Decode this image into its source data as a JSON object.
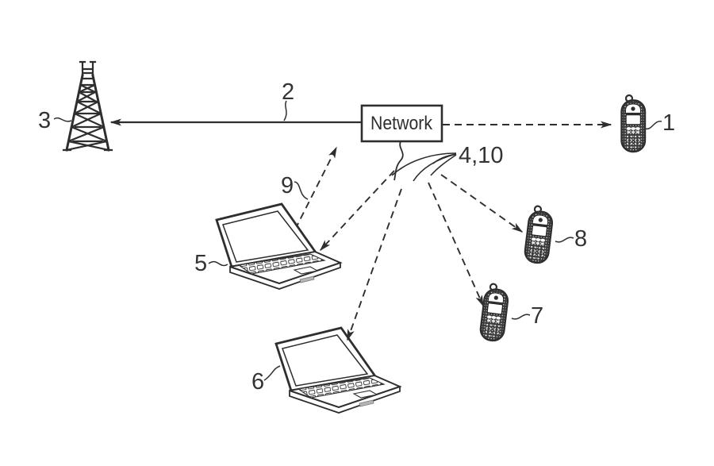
{
  "diagram": {
    "type": "patent-network-topology-figure",
    "network_label": "Network",
    "ref_labels": {
      "phone_1": "1",
      "link_2": "2",
      "tower_3": "3",
      "air_interface_4_10": "4,10",
      "laptop_5": "5",
      "laptop_6": "6",
      "phone_7": "7",
      "phone_8": "8",
      "uplink_9": "9"
    },
    "colors": {
      "ink": "#2e2e2e",
      "background": "#ffffff"
    }
  }
}
